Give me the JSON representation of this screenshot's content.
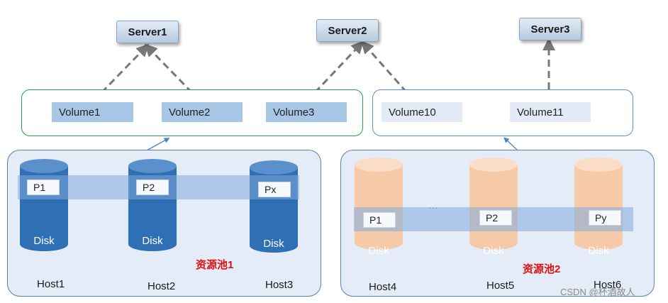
{
  "servers": [
    "Server1",
    "Server2",
    "Server3"
  ],
  "volumes": [
    "Volume1",
    "Volume2",
    "Volume3",
    "Volume10",
    "Volume11"
  ],
  "pool1": {
    "name": "资源池1",
    "disk_label": "Disk",
    "partitions": [
      "P1",
      "P2",
      "Px"
    ],
    "hosts": [
      "Host1",
      "Host2",
      "Host3"
    ]
  },
  "pool2": {
    "name": "资源池2",
    "disk_label": "Disk",
    "partitions": [
      "P1",
      "P2",
      "Py"
    ],
    "ellipsis": "...",
    "hosts": [
      "Host4",
      "Host5",
      "Host6"
    ]
  },
  "watermark": "CSDN @杯酒故人",
  "colors": {
    "pool1_border": "#2e9b45",
    "pool2_border": "#5b8fc8",
    "disk_pool1": "#2f6fb4",
    "disk_pool2": "#f6c9a9",
    "pool_name": "#e01010",
    "arrow": "#777777"
  }
}
